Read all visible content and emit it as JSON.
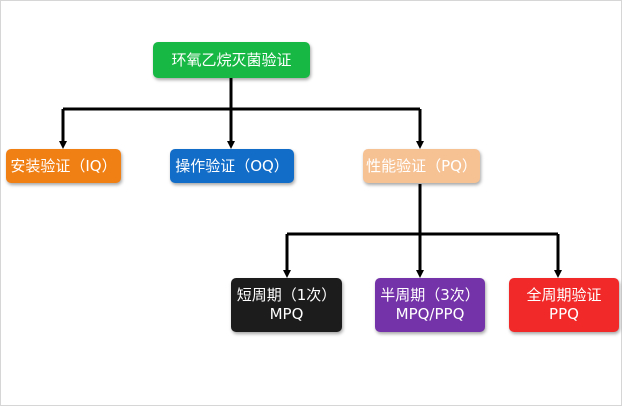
{
  "nodes": {
    "root": {
      "label": "环氧乙烷灭菌验证",
      "color": "#18b845"
    },
    "iq": {
      "label": "安装验证（IQ）",
      "color": "#f07f14"
    },
    "oq": {
      "label": "操作验证（OQ）",
      "color": "#126dc8"
    },
    "pq": {
      "label": "性能验证（PQ）",
      "color": "#f6c294"
    },
    "short_cycle": {
      "line1": "短周期（1次）",
      "line2": "MPQ",
      "color": "#1c1c1c"
    },
    "half_cycle": {
      "line1": "半周期（3次）",
      "line2": "MPQ/PPQ",
      "color": "#7433a8"
    },
    "full_cycle": {
      "line1": "全周期验证",
      "line2": "PPQ",
      "color": "#f12929"
    }
  },
  "connector_color": "#000000"
}
